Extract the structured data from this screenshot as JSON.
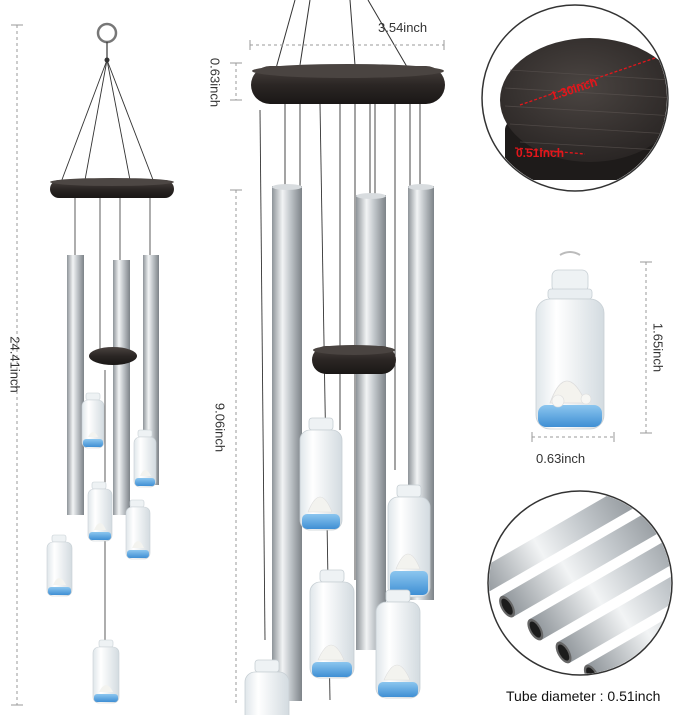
{
  "labels": {
    "total_length": "24.41inch",
    "ring_width": "3.54inch",
    "ring_height": "0.63inch",
    "tube_length": "9.06inch",
    "wood_diameter": "1.30inch",
    "wood_thickness": "0.51inch",
    "bottle_height": "1.65inch",
    "bottle_width": "0.63inch",
    "tube_diameter": "Tube diameter : 0.51inch"
  },
  "colors": {
    "tube_silver": "#c9cdd1",
    "wood_dark": "#2b2624",
    "dimension_red": "#e3161b",
    "sand_blue": "#5aa8e0"
  }
}
